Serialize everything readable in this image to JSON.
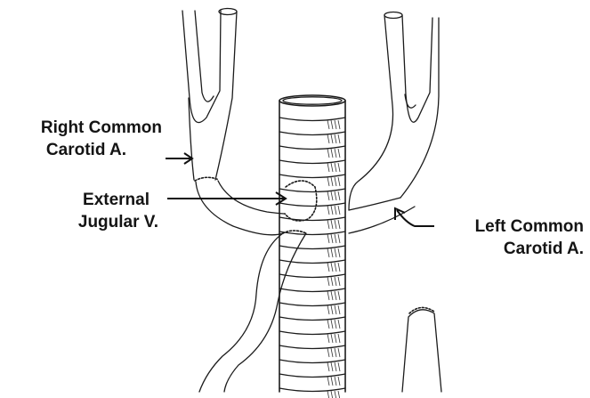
{
  "labels": {
    "right_common_carotid": {
      "line1": "Right Common",
      "line2": "Carotid A."
    },
    "external_jugular": {
      "line1": "External",
      "line2": "Jugular V."
    },
    "left_common_carotid": {
      "line1": "Left Common",
      "line2": "Carotid A."
    }
  },
  "colors": {
    "ink": "#1b1b1b",
    "background": "#ffffff"
  },
  "trachea": {
    "ring_count": 20
  }
}
